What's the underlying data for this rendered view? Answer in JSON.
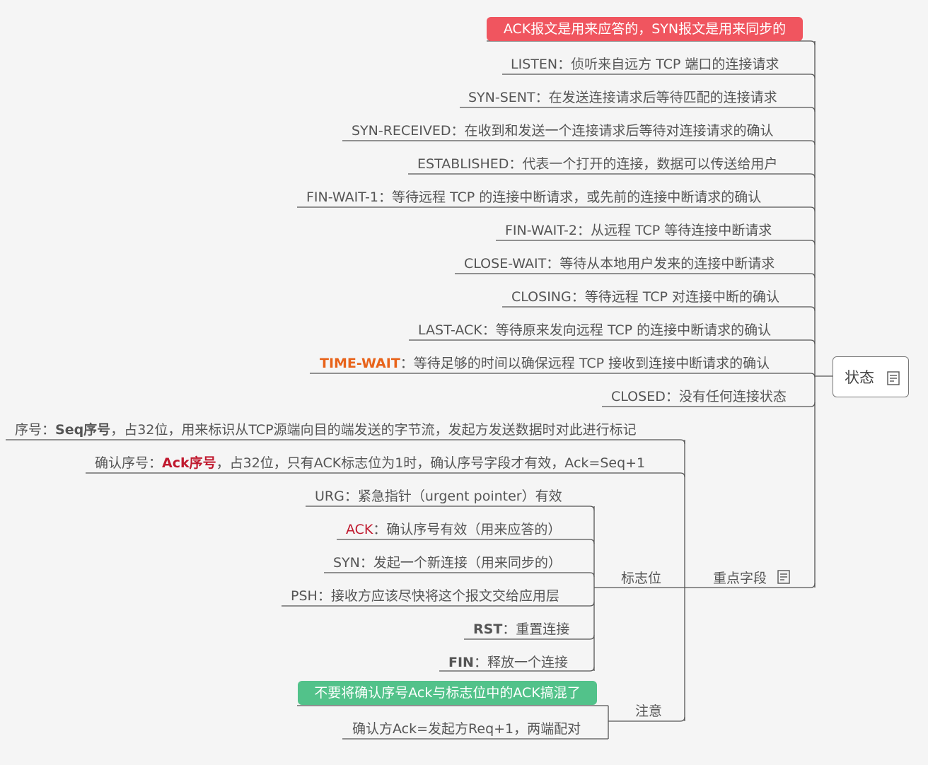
{
  "root": {
    "label": "状态"
  },
  "highlight": "ACK报文是用来应答的，SYN报文是用来同步的",
  "states": [
    {
      "name": "LISTEN",
      "desc": "：侦听来自远方 TCP 端口的连接请求"
    },
    {
      "name": "SYN-SENT",
      "desc": "：在发送连接请求后等待匹配的连接请求"
    },
    {
      "name": "SYN-RECEIVED",
      "desc": "：在收到和发送一个连接请求后等待对连接请求的确认"
    },
    {
      "name": "ESTABLISHED",
      "desc": "：代表一个打开的连接，数据可以传送给用户"
    },
    {
      "name": "FIN-WAIT-1",
      "desc": "：等待远程 TCP 的连接中断请求，或先前的连接中断请求的确认"
    },
    {
      "name": "FIN-WAIT-2",
      "desc": "：从远程 TCP 等待连接中断请求"
    },
    {
      "name": "CLOSE-WAIT",
      "desc": "：等待从本地用户发来的连接中断请求"
    },
    {
      "name": "CLOSING",
      "desc": "：等待远程 TCP 对连接中断的确认"
    },
    {
      "name": "LAST-ACK",
      "desc": "：等待原来发向远程 TCP 的连接中断请求的确认"
    },
    {
      "name": "TIME-WAIT",
      "desc": "：等待足够的时间以确保远程 TCP 接收到连接中断请求的确认"
    },
    {
      "name": "CLOSED",
      "desc": "：没有任何连接状态"
    }
  ],
  "key_fields": {
    "label": "重点字段",
    "seq": {
      "pre": "序号：",
      "bold": "Seq序号",
      "post": "，占32位，用来标识从TCP源端向目的端发送的字节流，发起方发送数据时对此进行标记"
    },
    "ack": {
      "pre": "确认序号：",
      "bold": "Ack序号",
      "post": "，占32位，只有ACK标志位为1时，确认序号字段才有效，Ack=Seq+1"
    },
    "flags": {
      "label": "标志位",
      "items": [
        {
          "name": "URG",
          "desc": "：紧急指针（urgent pointer）有效"
        },
        {
          "name": "ACK",
          "desc": "：确认序号有效（用来应答的）"
        },
        {
          "name": "SYN",
          "desc": "：发起一个新连接（用来同步的）"
        },
        {
          "name": "PSH",
          "desc": "：接收方应该尽快将这个报文交给应用层"
        },
        {
          "name": "RST",
          "desc": "：重置连接"
        },
        {
          "name": "FIN",
          "desc": "：释放一个连接"
        }
      ]
    },
    "note": {
      "label": "注意",
      "highlight": "不要将确认序号Ack与标志位中的ACK搞混了",
      "text": "确认方Ack=发起方Req+1，两端配对"
    }
  },
  "colors": {
    "pink": "#f0555f",
    "green": "#52c28a",
    "red": "#c0192e",
    "orange": "#e8631a",
    "line": "#555555"
  },
  "icons": [
    "note-icon"
  ]
}
